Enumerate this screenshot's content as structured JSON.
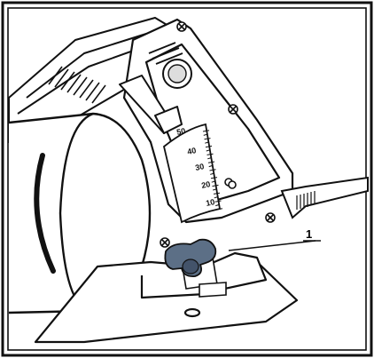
{
  "figure": {
    "callout_label": "1",
    "bevel_scale": [
      "50",
      "40",
      "30",
      "20",
      "10"
    ],
    "colors": {
      "line": "#111111",
      "highlight_knob": "#5c6f86",
      "highlight_knob_dark": "#43536a",
      "background": "#ffffff"
    }
  }
}
